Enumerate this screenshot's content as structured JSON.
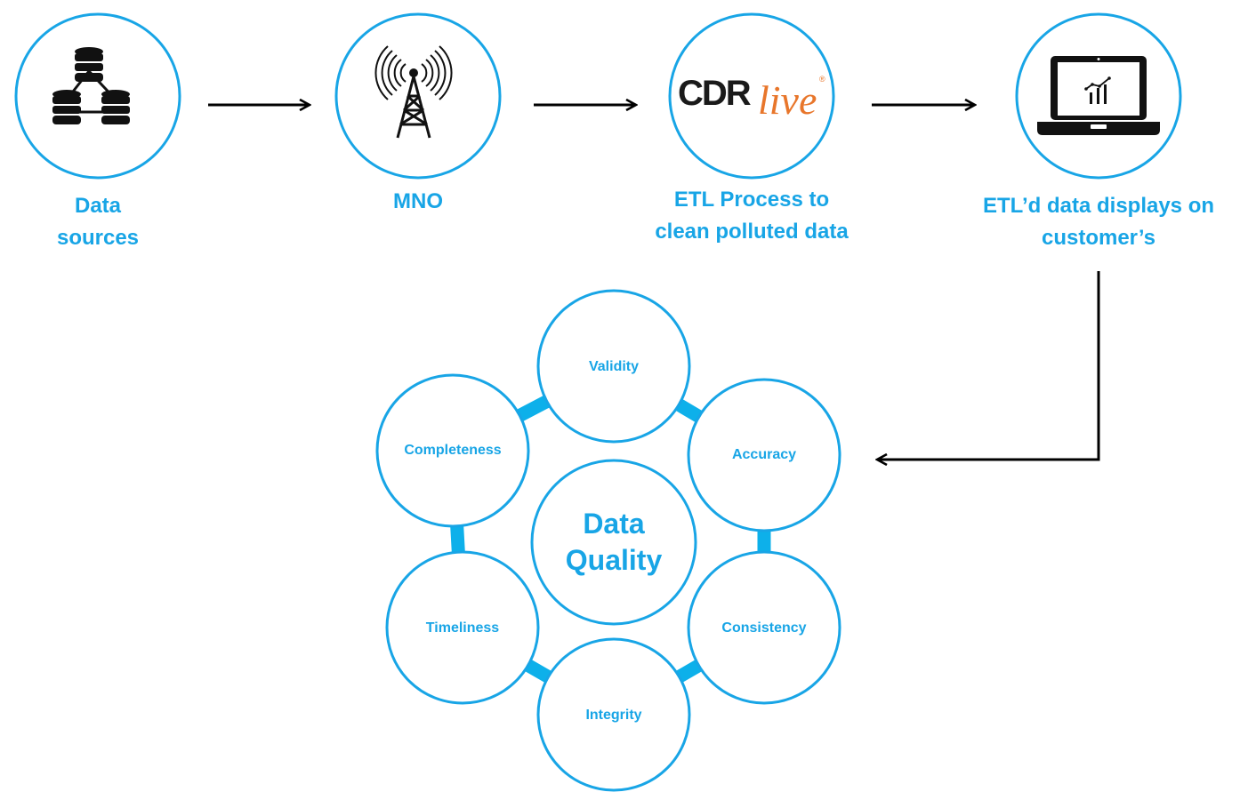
{
  "pipeline": {
    "steps": [
      {
        "name": "data-sources",
        "icon": "database-network-icon",
        "label_lines": [
          "Data",
          "sources"
        ]
      },
      {
        "name": "mno",
        "icon": "cell-tower-icon",
        "label_lines": [
          "MNO"
        ]
      },
      {
        "name": "etl",
        "icon": "cdrlive-logo",
        "logo_text_a": "CDR",
        "logo_text_b": "live",
        "logo_mark": "®",
        "label_lines": [
          "ETL Process to",
          "clean polluted data"
        ]
      },
      {
        "name": "display",
        "icon": "laptop-chart-icon",
        "label_lines": [
          "ETL’d data displays on",
          "customer’s"
        ]
      }
    ]
  },
  "data_quality": {
    "center_lines": [
      "Data",
      "Quality"
    ],
    "dimensions": [
      "Validity",
      "Accuracy",
      "Consistency",
      "Integrity",
      "Timeliness",
      "Completeness"
    ]
  },
  "colors": {
    "accent": "#18a5e6",
    "ring": "#0db0ea",
    "arrow": "#000000",
    "logo_dark": "#1a1a1a",
    "logo_orange": "#e8762b"
  }
}
